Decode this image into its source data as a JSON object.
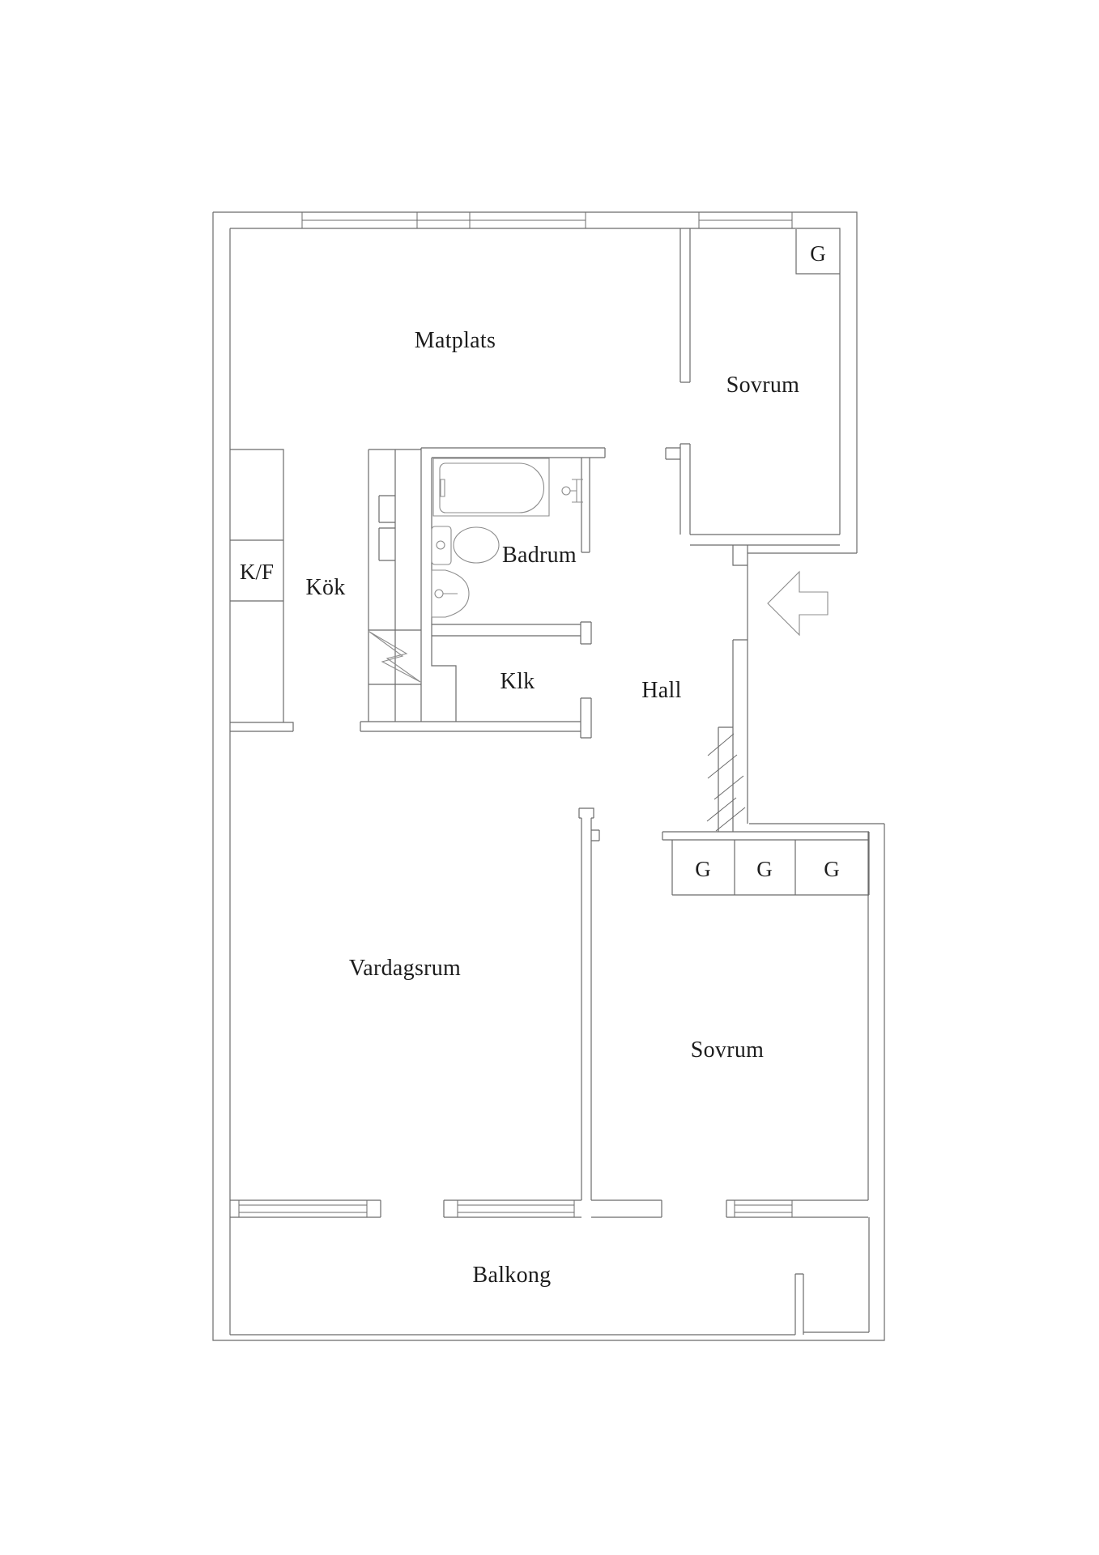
{
  "document_title": "Apartment floor plan",
  "colors": {
    "wall": "#6b6b6b",
    "fixture": "#8c8c8c",
    "text": "#1c1c1c",
    "bg": "#ffffff"
  },
  "rooms": {
    "matplats": {
      "label": "Matplats"
    },
    "sovrum_upper": {
      "label": "Sovrum"
    },
    "kok": {
      "label": "Kök"
    },
    "badrum": {
      "label": "Badrum"
    },
    "klk": {
      "label": "Klk"
    },
    "hall": {
      "label": "Hall"
    },
    "vardagsrum": {
      "label": "Vardagsrum"
    },
    "sovrum_lower": {
      "label": "Sovrum"
    },
    "balkong": {
      "label": "Balkong"
    }
  },
  "fixtures": {
    "fridge_freezer_label": "K/F",
    "wardrobe_labels": [
      "G",
      "G",
      "G",
      "G"
    ]
  }
}
